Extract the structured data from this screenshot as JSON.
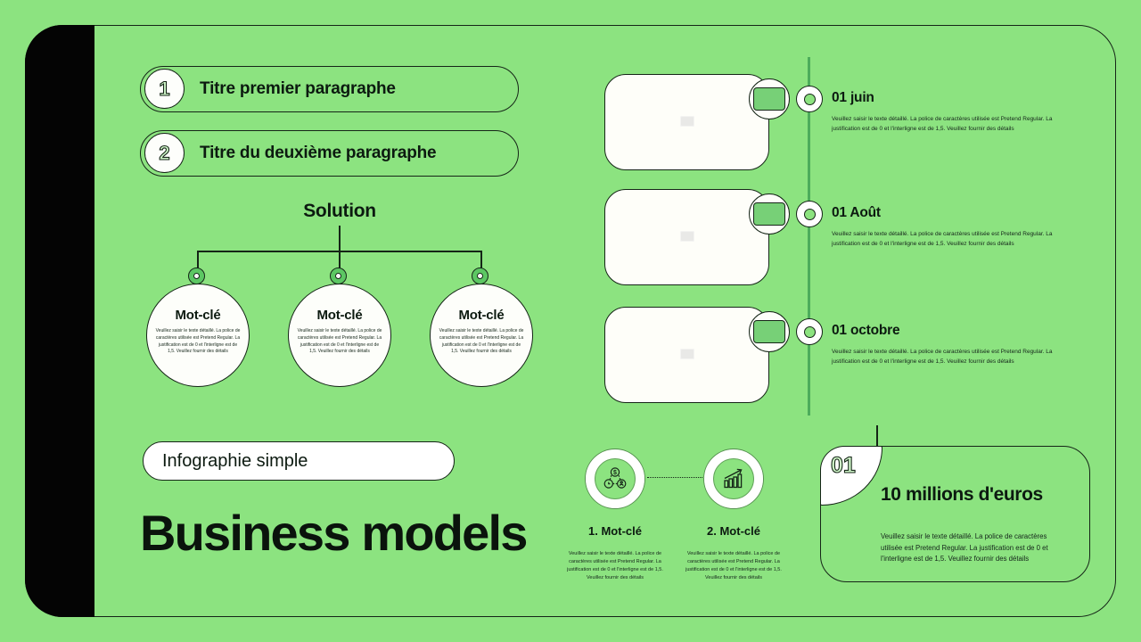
{
  "colors": {
    "background": "#8CE380",
    "spine": "#040404",
    "outline": "#152517",
    "timeline_line": "#4CAC5B",
    "tab_green": "#77D077",
    "ring_green": "#5CC763",
    "number_fill": "#CFF5C8",
    "card_white": "#FEFEF9"
  },
  "intro": {
    "items": [
      {
        "number": "1",
        "title": "Titre premier paragraphe"
      },
      {
        "number": "2",
        "title": "Titre du deuxième paragraphe"
      }
    ]
  },
  "solution": {
    "title": "Solution",
    "nodes": [
      {
        "title": "Mot-clé",
        "body": "Veuillez saisir le texte détaillé. La police de caractères utilisée est Pretend Regular. La justification est de 0 et l'interligne est de 1,5. Veuillez fournir des détails"
      },
      {
        "title": "Mot-clé",
        "body": "Veuillez saisir le texte détaillé. La police de caractères utilisée est Pretend Regular. La justification est de 0 et l'interligne est de 1,5. Veuillez fournir des détails"
      },
      {
        "title": "Mot-clé",
        "body": "Veuillez saisir le texte détaillé. La police de caractères utilisée est Pretend Regular. La justification est de 0 et l'interligne est de 1,5. Veuillez fournir des détails"
      }
    ]
  },
  "timeline": {
    "events": [
      {
        "date": "01 juin",
        "body": "Veuillez saisir le texte détaillé. La police de caractères utilisée est Pretend Regular. La justification est de 0 et l'interligne est de 1,5. Veuillez fournir des détails"
      },
      {
        "date": "01 Août",
        "body": "Veuillez saisir le texte détaillé. La police de caractères utilisée est Pretend Regular. La justification est de 0 et l'interligne est de 1,5. Veuillez fournir des détails"
      },
      {
        "date": "01 octobre",
        "body": "Veuillez saisir le texte détaillé. La police de caractères utilisée est Pretend Regular. La justification est de 0 et l'interligne est de 1,5. Veuillez fournir des détails"
      }
    ]
  },
  "footer": {
    "badge": "Infographie simple",
    "title": "Business models"
  },
  "steps": [
    {
      "label": "1. Mot-clé",
      "icon": "money-cycle-icon",
      "body": "Veuillez saisir le texte détaillé. La police de caractères utilisée est Pretend Regular. La justification est de 0 et l'interligne est de 1,5. Veuillez fournir des détails"
    },
    {
      "label": "2. Mot-clé",
      "icon": "growth-chart-icon",
      "body": "Veuillez saisir le texte détaillé. La police de caractères utilisée est Pretend Regular. La justification est de 0 et l'interligne est de 1,5. Veuillez fournir des détails"
    }
  ],
  "highlight": {
    "number": "01",
    "title": "10 millions d'euros",
    "body": "Veuillez saisir le texte détaillé. La police de caractères utilisée est Pretend Regular. La justification est de 0 et l'interligne est de 1,5. Veuillez fournir des détails"
  }
}
